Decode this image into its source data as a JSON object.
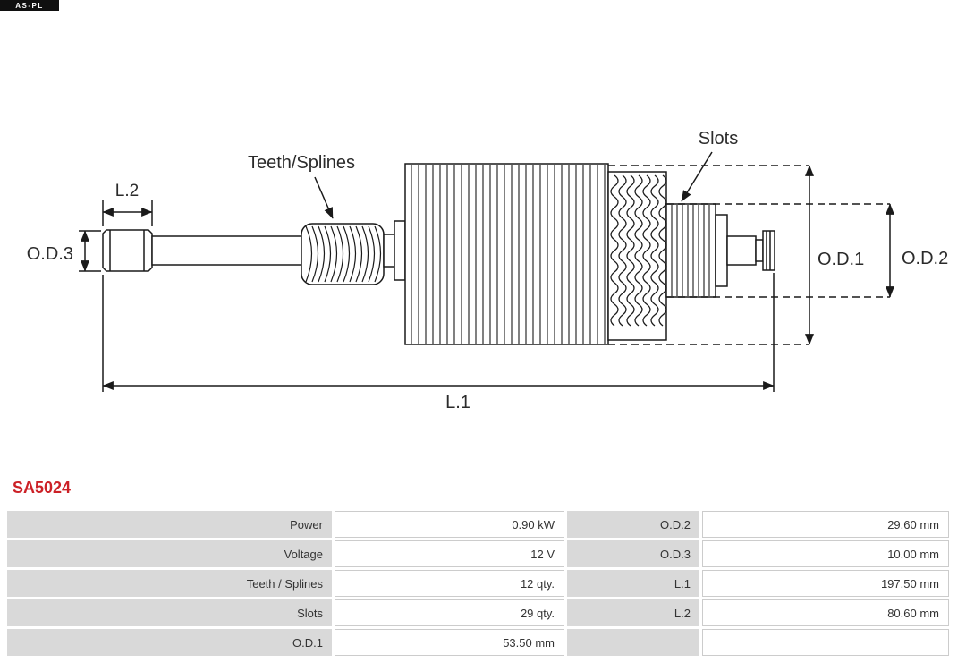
{
  "logo": {
    "text": "AS-PL"
  },
  "product": {
    "code": "SA5024"
  },
  "colors": {
    "accent_red": "#cc2127",
    "table_label_bg": "#d9d9d9",
    "drawing_line": "#1a1a1a"
  },
  "diagram": {
    "labels": {
      "teeth_splines": "Teeth/Splines",
      "slots": "Slots",
      "l1": "L.1",
      "l2": "L.2",
      "od1": "O.D.1",
      "od2": "O.D.2",
      "od3": "O.D.3"
    }
  },
  "table": {
    "rows": [
      {
        "l_label": "Power",
        "l_value": "0.90 kW",
        "r_label": "O.D.2",
        "r_value": "29.60 mm"
      },
      {
        "l_label": "Voltage",
        "l_value": "12 V",
        "r_label": "O.D.3",
        "r_value": "10.00 mm"
      },
      {
        "l_label": "Teeth / Splines",
        "l_value": "12 qty.",
        "r_label": "L.1",
        "r_value": "197.50 mm"
      },
      {
        "l_label": "Slots",
        "l_value": "29 qty.",
        "r_label": "L.2",
        "r_value": "80.60 mm"
      },
      {
        "l_label": "O.D.1",
        "l_value": "53.50 mm",
        "r_label": "",
        "r_value": ""
      }
    ]
  }
}
